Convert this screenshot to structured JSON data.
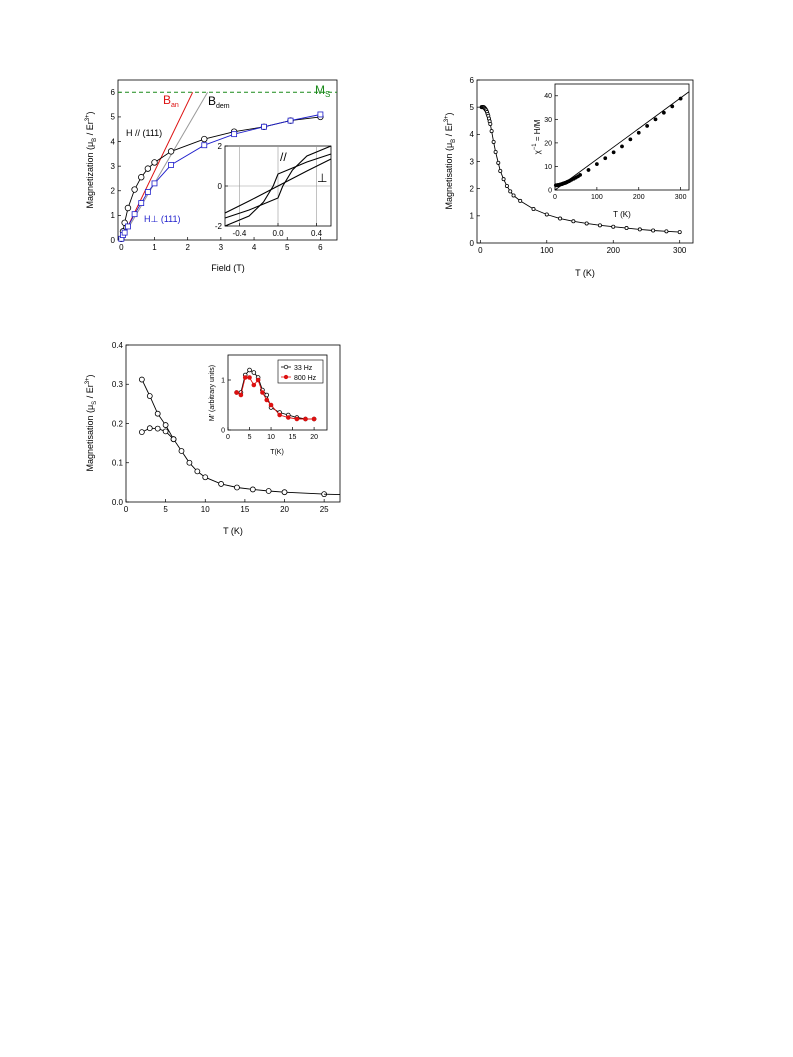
{
  "chart_data": [
    {
      "type": "line",
      "id": "a",
      "xlabel": "Field (T)",
      "ylabel_parts": [
        "Magnetization (",
        "μ",
        "B",
        " / Er",
        "3+",
        ")"
      ],
      "xlim": [
        -0.1,
        6.5
      ],
      "ylim": [
        0,
        6.5
      ],
      "xticks": [
        0,
        1,
        2,
        3,
        4,
        5,
        6
      ],
      "yticks": [
        0,
        1,
        2,
        3,
        4,
        5,
        6
      ],
      "grid": false,
      "series": [
        {
          "name": "H // (111)",
          "color": "#000000",
          "x": [
            0.0,
            0.05,
            0.1,
            0.2,
            0.4,
            0.6,
            0.8,
            1.0,
            1.5,
            2.5,
            3.4,
            4.3,
            5.1,
            6.0
          ],
          "y": [
            0.05,
            0.35,
            0.7,
            1.3,
            2.05,
            2.55,
            2.9,
            3.15,
            3.6,
            4.1,
            4.4,
            4.6,
            4.85,
            5.0
          ]
        },
        {
          "name": "H⊥(111)",
          "color": "#1f1fcc",
          "x": [
            0.0,
            0.05,
            0.1,
            0.2,
            0.4,
            0.6,
            0.8,
            1.0,
            1.5,
            2.5,
            3.4,
            4.3,
            5.1,
            6.0
          ],
          "y": [
            0.05,
            0.2,
            0.3,
            0.55,
            1.05,
            1.5,
            1.95,
            2.3,
            3.05,
            3.85,
            4.3,
            4.6,
            4.85,
            5.1
          ]
        }
      ],
      "lines": [
        {
          "label": "M",
          "sub": "S",
          "color": "#1a8a1a",
          "dashed": true,
          "x": [
            -0.1,
            6.5
          ],
          "y": [
            6.0,
            6.0
          ]
        },
        {
          "label": "B",
          "sub": "an",
          "color": "#dd1111",
          "dashed": false,
          "x": [
            0,
            2.15
          ],
          "y": [
            0,
            6.0
          ]
        },
        {
          "label": "B",
          "sub": "dem",
          "color": "#999999",
          "dashed": false,
          "x": [
            0,
            2.6
          ],
          "y": [
            0,
            6.0
          ]
        }
      ],
      "annotations": [
        {
          "text": "H // (111)",
          "color": "#000000"
        },
        {
          "text": "H",
          "extra": "⊥",
          "rest": " (111)",
          "color": "#1f1fcc"
        }
      ],
      "inset": {
        "type": "line",
        "xlim": [
          -0.55,
          0.55
        ],
        "ylim": [
          -2,
          2
        ],
        "xticks": [
          -0.4,
          0.0,
          0.4
        ],
        "yticks": [
          -2,
          0,
          2
        ],
        "gridlines_x": [
          -0.4,
          0.4
        ],
        "labels": [
          "//",
          "⊥"
        ],
        "curves": [
          {
            "name": "par-up",
            "x": [
              -0.55,
              -0.3,
              -0.15,
              0.0,
              0.05,
              0.15,
              0.3,
              0.55
            ],
            "y": [
              -1.6,
              -1.2,
              -0.9,
              -0.6,
              0.0,
              0.8,
              1.5,
              2.3
            ]
          },
          {
            "name": "par-down",
            "x": [
              -0.55,
              -0.3,
              -0.15,
              -0.05,
              0.0,
              0.15,
              0.3,
              0.55
            ],
            "y": [
              -2.3,
              -1.5,
              -0.8,
              0.0,
              0.6,
              0.9,
              1.2,
              1.6
            ]
          },
          {
            "name": "perp",
            "x": [
              -0.55,
              -0.3,
              0.0,
              0.3,
              0.55
            ],
            "y": [
              -1.35,
              -0.75,
              0.0,
              0.75,
              1.35
            ]
          }
        ]
      }
    },
    {
      "type": "line",
      "id": "b",
      "xlabel": "T (K)",
      "ylabel_parts": [
        "Magnetisation (",
        "μ",
        "B",
        " / Er",
        "3+",
        ")"
      ],
      "xlim": [
        -5,
        320
      ],
      "ylim": [
        0,
        6
      ],
      "xticks": [
        0,
        100,
        200,
        300
      ],
      "yticks": [
        0,
        1,
        2,
        3,
        4,
        5,
        6
      ],
      "grid": false,
      "series": [
        {
          "name": "M(T)",
          "color": "#000000",
          "x": [
            2,
            3,
            4,
            5,
            6,
            7,
            8,
            9,
            10,
            11,
            12,
            13,
            14,
            15,
            17,
            20,
            23,
            27,
            30,
            35,
            40,
            45,
            50,
            60,
            80,
            100,
            120,
            140,
            160,
            180,
            200,
            220,
            240,
            260,
            280,
            300
          ],
          "y": [
            5.0,
            5.0,
            5.0,
            5.0,
            4.98,
            4.95,
            4.92,
            4.88,
            4.82,
            4.75,
            4.68,
            4.58,
            4.48,
            4.38,
            4.12,
            3.72,
            3.35,
            2.95,
            2.65,
            2.35,
            2.1,
            1.9,
            1.75,
            1.55,
            1.25,
            1.05,
            0.9,
            0.8,
            0.72,
            0.65,
            0.6,
            0.55,
            0.5,
            0.46,
            0.43,
            0.4
          ]
        }
      ],
      "inset": {
        "type": "scatter",
        "xlabel": "T (K)",
        "ylabel_parts": [
          "χ",
          "−1",
          " = H/M"
        ],
        "xlim": [
          0,
          320
        ],
        "ylim": [
          0,
          45
        ],
        "xticks": [
          0,
          100,
          200,
          300
        ],
        "yticks": [
          0,
          10,
          20,
          30,
          40
        ],
        "series": [
          {
            "name": "inverse-susceptibility",
            "x": [
              2,
              4,
              6,
              8,
              10,
              12,
              14,
              16,
              18,
              20,
              22,
              24,
              26,
              28,
              30,
              33,
              36,
              40,
              45,
              50,
              55,
              60,
              80,
              100,
              120,
              140,
              160,
              180,
              200,
              220,
              240,
              260,
              280,
              300
            ],
            "y": [
              2.0,
              2.0,
              2.1,
              2.1,
              2.2,
              2.3,
              2.4,
              2.5,
              2.6,
              2.8,
              2.9,
              3.0,
              3.1,
              3.3,
              3.5,
              3.7,
              4.0,
              4.4,
              4.8,
              5.3,
              5.8,
              6.4,
              8.5,
              11.0,
              13.5,
              16.0,
              18.5,
              21.5,
              24.3,
              27.2,
              30.0,
              32.8,
              35.5,
              38.8
            ]
          }
        ],
        "fit_line": {
          "x": [
            0,
            320
          ],
          "y": [
            0.0,
            41.7
          ]
        }
      }
    },
    {
      "type": "line",
      "id": "c",
      "xlabel": "T (K)",
      "ylabel_parts": [
        "Magnetisation (",
        "μ",
        "S",
        " / Er",
        "3+",
        ")"
      ],
      "xlim": [
        0,
        27
      ],
      "ylim": [
        0,
        0.4
      ],
      "xticks": [
        0,
        5,
        10,
        15,
        20,
        25
      ],
      "yticks": [
        0.0,
        0.1,
        0.2,
        0.3,
        0.4
      ],
      "grid": false,
      "series": [
        {
          "name": "FC",
          "color": "#000000",
          "x": [
            2,
            3,
            4,
            5,
            6,
            7,
            8,
            9,
            10,
            12,
            14,
            16,
            18,
            20,
            25,
            27
          ],
          "y": [
            0.312,
            0.27,
            0.225,
            0.196,
            0.16,
            0.13,
            0.1,
            0.078,
            0.063,
            0.046,
            0.037,
            0.032,
            0.028,
            0.025,
            0.02,
            0.019
          ]
        },
        {
          "name": "ZFC",
          "color": "#000000",
          "x": [
            2,
            3,
            4,
            5,
            6
          ],
          "y": [
            0.178,
            0.188,
            0.187,
            0.18,
            0.16
          ]
        }
      ],
      "inset": {
        "type": "line",
        "ylabel": "M' (arbitrary units)",
        "xlabel": "T(K)",
        "xlim": [
          0,
          23
        ],
        "ylim": [
          0,
          1.5
        ],
        "xticks": [
          0,
          5,
          10,
          15,
          20
        ],
        "yticks": [
          0,
          1
        ],
        "legend": [
          "33 Hz",
          "800 Hz"
        ],
        "legend_placement": "top-right",
        "series": [
          {
            "name": "33 Hz",
            "color": "#000000",
            "x": [
              2,
              3,
              4,
              5,
              6,
              7,
              8,
              9,
              10,
              12,
              14,
              16,
              18,
              20
            ],
            "y": [
              0.75,
              0.75,
              1.1,
              1.2,
              1.15,
              1.05,
              0.8,
              0.7,
              0.45,
              0.35,
              0.3,
              0.25,
              0.22,
              0.22
            ]
          },
          {
            "name": "800 Hz",
            "color": "#dd1111",
            "x": [
              2,
              3,
              4,
              5,
              6,
              7,
              8,
              9,
              10,
              12,
              14,
              16,
              18,
              20
            ],
            "y": [
              0.75,
              0.7,
              1.05,
              1.05,
              0.9,
              1.0,
              0.75,
              0.6,
              0.5,
              0.3,
              0.25,
              0.22,
              0.22,
              0.22
            ]
          }
        ]
      }
    }
  ]
}
